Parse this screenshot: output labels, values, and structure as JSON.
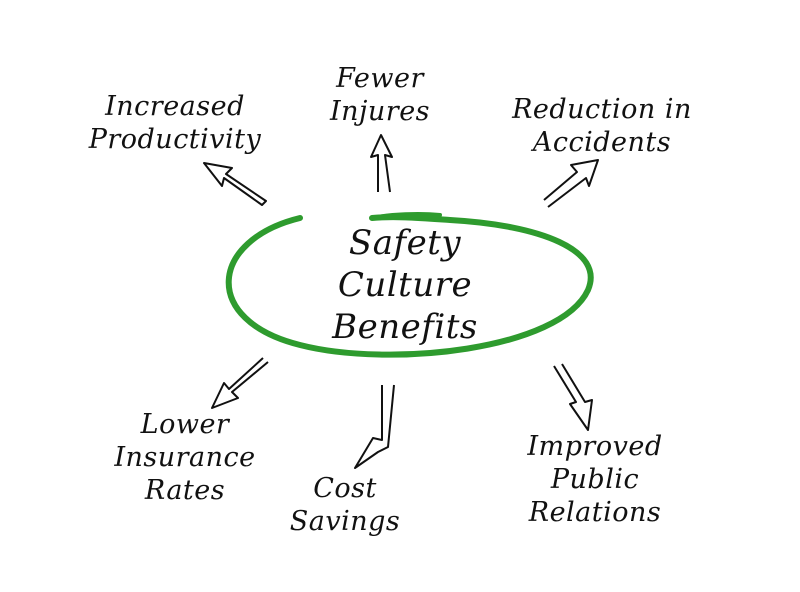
{
  "center": {
    "lines": [
      "Safety",
      "Culture",
      "Benefits"
    ]
  },
  "benefits": [
    {
      "id": "increased-productivity",
      "lines": [
        "Increased",
        "Productivity"
      ]
    },
    {
      "id": "fewer-injures",
      "lines": [
        "Fewer",
        "Injures"
      ]
    },
    {
      "id": "reduction-in-accidents",
      "lines": [
        "Reduction in",
        "Accidents"
      ]
    },
    {
      "id": "lower-insurance-rates",
      "lines": [
        "Lower",
        "Insurance",
        "Rates"
      ]
    },
    {
      "id": "cost-savings",
      "lines": [
        "Cost",
        "Savings"
      ]
    },
    {
      "id": "improved-public-relations",
      "lines": [
        "Improved",
        "Public",
        "Relations"
      ]
    }
  ],
  "colors": {
    "ellipse": "#2e9b2e",
    "ink": "#111111",
    "background": "#ffffff"
  }
}
